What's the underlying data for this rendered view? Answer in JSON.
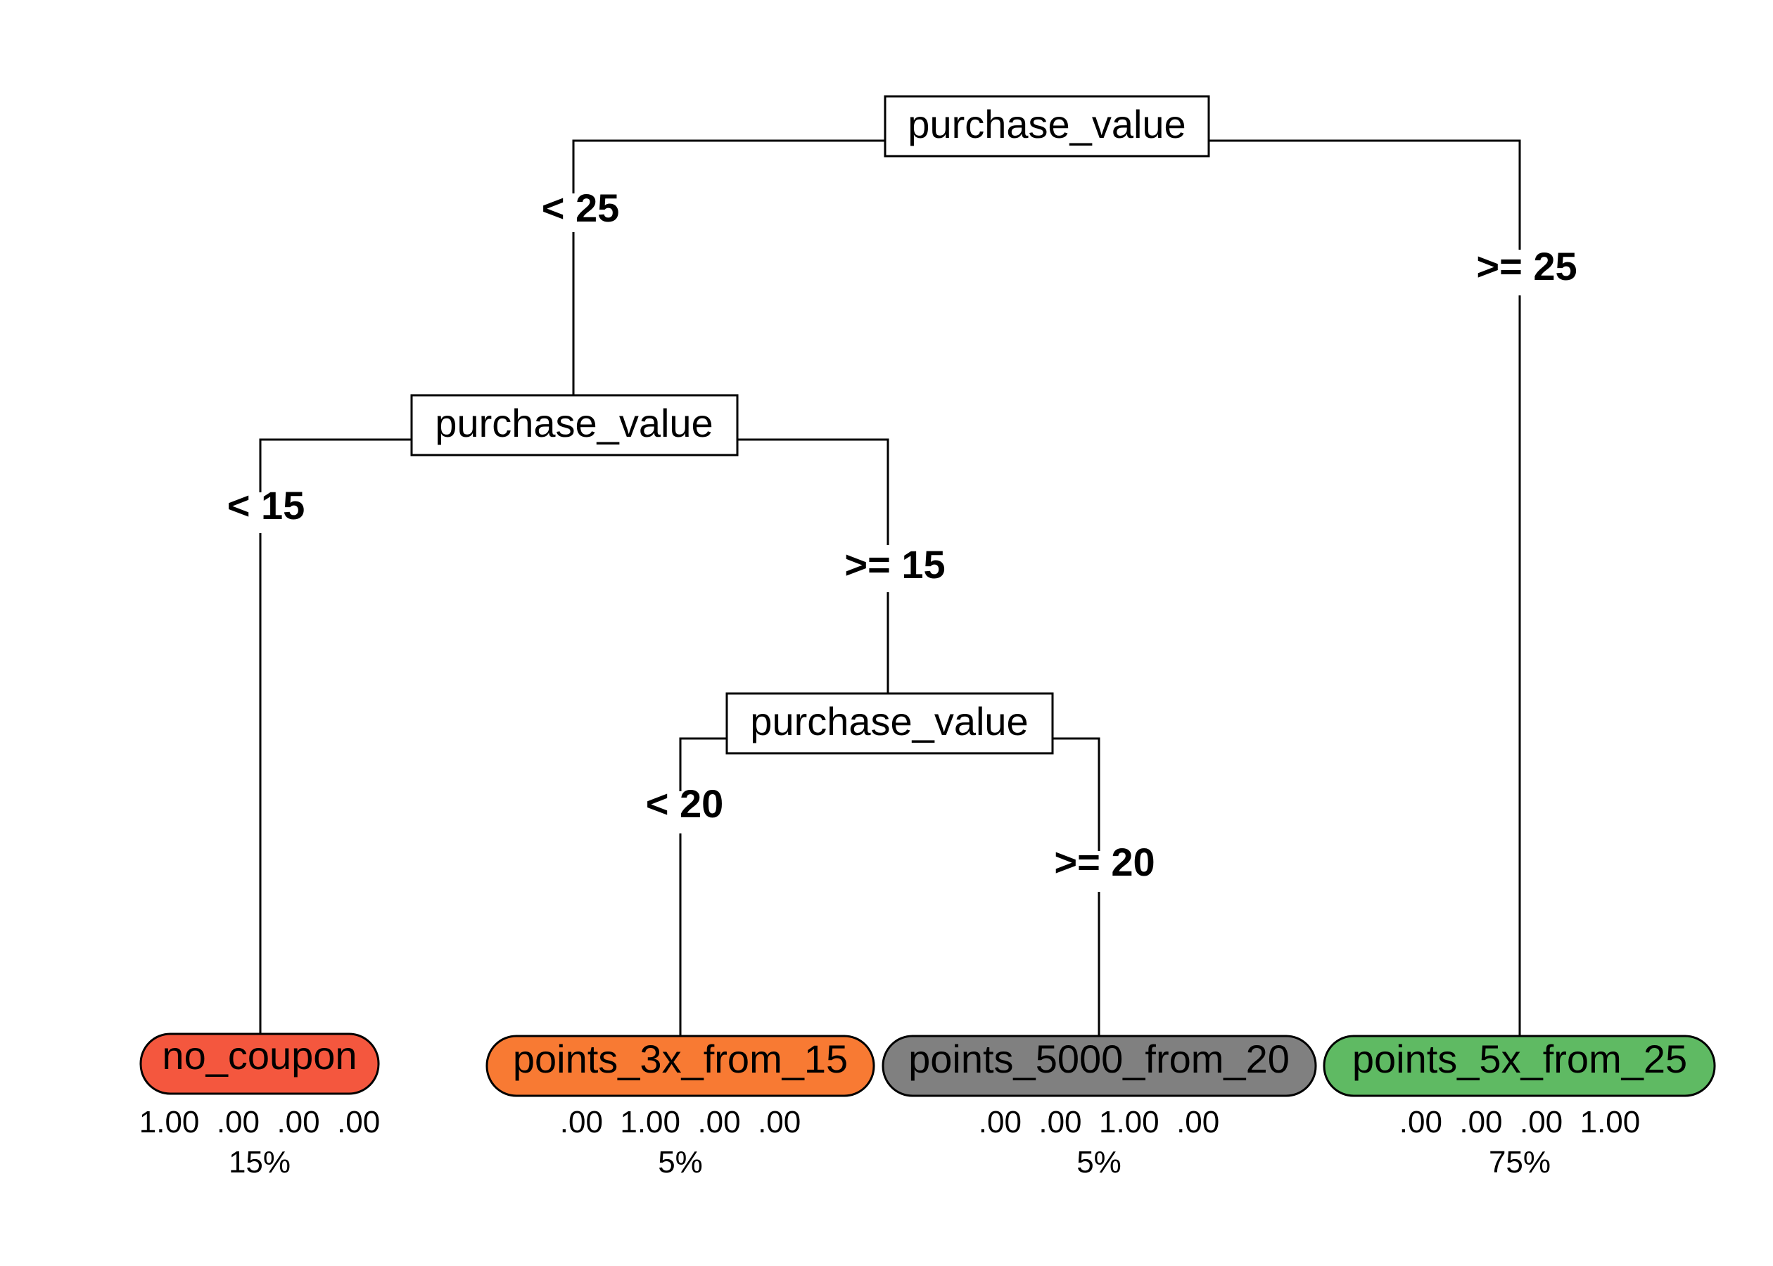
{
  "splits": [
    {
      "id": "root",
      "label": "purchase_value"
    },
    {
      "id": "left",
      "label": "purchase_value"
    },
    {
      "id": "mid",
      "label": "purchase_value"
    }
  ],
  "edges": {
    "root_left": "< 25",
    "root_right": ">= 25",
    "left_left": "< 15",
    "left_right": ">= 15",
    "mid_left": "< 20",
    "mid_right": ">= 20"
  },
  "leaves": [
    {
      "label": "no_coupon",
      "probs": "1.00  .00  .00  .00",
      "percent": "15%",
      "color": "#F4573E"
    },
    {
      "label": "points_3x_from_15",
      "probs": ".00  1.00  .00  .00",
      "percent": "5%",
      "color": "#F87A33"
    },
    {
      "label": "points_5000_from_20",
      "probs": ".00  .00  1.00  .00",
      "percent": "5%",
      "color": "#808080"
    },
    {
      "label": "points_5x_from_25",
      "probs": ".00  .00  .00  1.00",
      "percent": "75%",
      "color": "#5FBA63"
    }
  ]
}
